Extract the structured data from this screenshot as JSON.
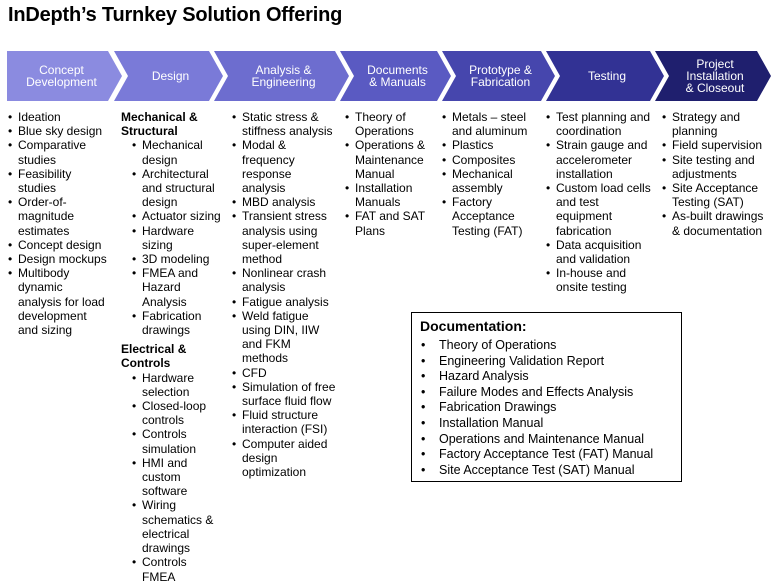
{
  "title": "InDepth’s Turnkey Solution Offering",
  "colors": {
    "stage1": "#8b8be0",
    "stage2": "#7a7ad8",
    "stage3": "#6d6dcf",
    "stage4": "#5a5ac2",
    "stage5": "#4646ad",
    "stage6": "#323294",
    "stage7": "#1f1f6e"
  },
  "stages": [
    {
      "label": "Concept\nDevelopment",
      "items": [
        "Ideation",
        "Blue sky design",
        "Comparative studies",
        "Feasibility studies",
        "Order-of-magnitude estimates",
        "Concept design",
        "Design mockups",
        "Multibody dynamic analysis for load development and sizing"
      ]
    },
    {
      "label": "Design",
      "groups": [
        {
          "heading": "Mechanical & Structural",
          "items": [
            "Mechanical design",
            "Architectural and structural design",
            "Actuator sizing",
            "Hardware sizing",
            "3D modeling",
            "FMEA and Hazard Analysis",
            "Fabrication drawings"
          ]
        },
        {
          "heading": "Electrical & Controls",
          "items": [
            "Hardware selection",
            "Closed-loop controls",
            "Controls simulation",
            "HMI and custom software",
            "Wiring schematics & electrical drawings",
            "Controls FMEA"
          ]
        }
      ]
    },
    {
      "label": "Analysis &\nEngineering",
      "items": [
        "Static stress & stiffness analysis",
        "Modal & frequency response analysis",
        "MBD analysis",
        "Transient stress analysis using super-element method",
        "Nonlinear crash analysis",
        "Fatigue analysis",
        "Weld fatigue using DIN, IIW and FKM methods",
        "CFD",
        "Simulation of free surface fluid flow",
        "Fluid structure interaction (FSI)",
        "Computer aided design optimization"
      ]
    },
    {
      "label": "Documents\n& Manuals",
      "items": [
        "Theory of Operations",
        "Operations & Maintenance Manual",
        "Installation Manuals",
        "FAT and SAT Plans"
      ]
    },
    {
      "label": "Prototype &\nFabrication",
      "items": [
        "Metals – steel and aluminum",
        "Plastics",
        "Composites",
        "Mechanical assembly",
        "Factory Acceptance Testing (FAT)"
      ]
    },
    {
      "label": "Testing",
      "items": [
        "Test planning and coordination",
        "Strain gauge and accelerometer installation",
        "Custom load cells and test equipment fabrication",
        "Data acquisition and validation",
        "In-house and onsite testing"
      ]
    },
    {
      "label": "Project\nInstallation\n& Closeout",
      "items": [
        "Strategy and planning",
        "Field supervision",
        "Site testing and adjustments",
        "Site Acceptance Testing (SAT)",
        "As-built drawings & documentation"
      ]
    }
  ],
  "documentation": {
    "title": "Documentation:",
    "items": [
      "Theory of Operations",
      "Engineering Validation Report",
      "Hazard Analysis",
      "Failure Modes and Effects Analysis",
      "Fabrication Drawings",
      "Installation Manual",
      "Operations and Maintenance Manual",
      "Factory Acceptance Test (FAT) Manual",
      "Site Acceptance Test (SAT) Manual"
    ]
  }
}
